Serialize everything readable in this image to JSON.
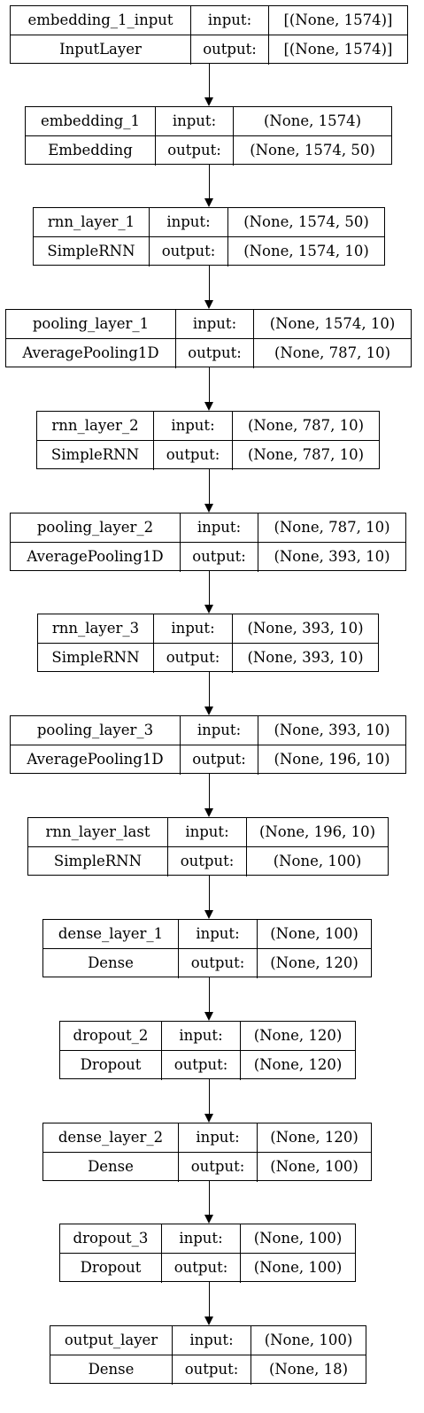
{
  "diagram": {
    "labels": {
      "input": "input:",
      "output": "output:"
    },
    "layers": [
      {
        "name": "embedding_1_input",
        "type": "InputLayer",
        "input_shape": "[(None, 1574)]",
        "output_shape": "[(None, 1574)]"
      },
      {
        "name": "embedding_1",
        "type": "Embedding",
        "input_shape": "(None, 1574)",
        "output_shape": "(None, 1574, 50)"
      },
      {
        "name": "rnn_layer_1",
        "type": "SimpleRNN",
        "input_shape": "(None, 1574, 50)",
        "output_shape": "(None, 1574, 10)"
      },
      {
        "name": "pooling_layer_1",
        "type": "AveragePooling1D",
        "input_shape": "(None, 1574, 10)",
        "output_shape": "(None, 787, 10)"
      },
      {
        "name": "rnn_layer_2",
        "type": "SimpleRNN",
        "input_shape": "(None, 787, 10)",
        "output_shape": "(None, 787, 10)"
      },
      {
        "name": "pooling_layer_2",
        "type": "AveragePooling1D",
        "input_shape": "(None, 787, 10)",
        "output_shape": "(None, 393, 10)"
      },
      {
        "name": "rnn_layer_3",
        "type": "SimpleRNN",
        "input_shape": "(None, 393, 10)",
        "output_shape": "(None, 393, 10)"
      },
      {
        "name": "pooling_layer_3",
        "type": "AveragePooling1D",
        "input_shape": "(None, 393, 10)",
        "output_shape": "(None, 196, 10)"
      },
      {
        "name": "rnn_layer_last",
        "type": "SimpleRNN",
        "input_shape": "(None, 196, 10)",
        "output_shape": "(None, 100)"
      },
      {
        "name": "dense_layer_1",
        "type": "Dense",
        "input_shape": "(None, 100)",
        "output_shape": "(None, 120)"
      },
      {
        "name": "dropout_2",
        "type": "Dropout",
        "input_shape": "(None, 120)",
        "output_shape": "(None, 120)"
      },
      {
        "name": "dense_layer_2",
        "type": "Dense",
        "input_shape": "(None, 120)",
        "output_shape": "(None, 100)"
      },
      {
        "name": "dropout_3",
        "type": "Dropout",
        "input_shape": "(None, 100)",
        "output_shape": "(None, 100)"
      },
      {
        "name": "output_layer",
        "type": "Dense",
        "input_shape": "(None, 100)",
        "output_shape": "(None, 18)"
      }
    ]
  }
}
